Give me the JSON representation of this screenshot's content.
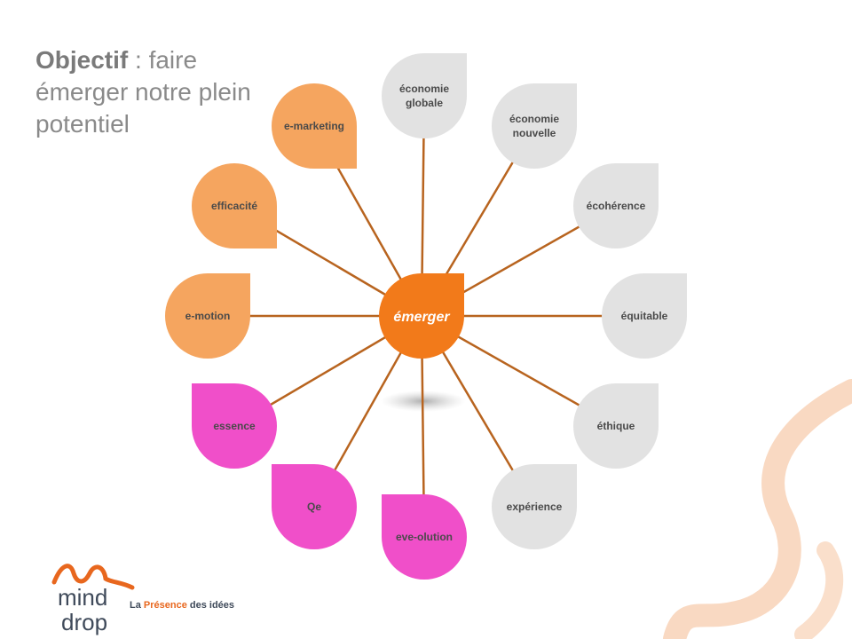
{
  "title": {
    "bold": "Objectif",
    "rest": " : faire émerger notre plein potentiel"
  },
  "colors": {
    "orange_dark": "#f27a1a",
    "orange_light": "#f5a55f",
    "grey": "#e2e2e2",
    "pink": "#f04fc9",
    "connector": "#b8641f",
    "text_dark": "#4a4a4a",
    "text_light": "#ffffff"
  },
  "center": {
    "label": "émerger"
  },
  "nodes": [
    {
      "id": "economie-globale",
      "lines": [
        "économie",
        "globale"
      ],
      "color": "grey"
    },
    {
      "id": "economie-nouvelle",
      "lines": [
        "économie",
        "nouvelle"
      ],
      "color": "grey"
    },
    {
      "id": "ecoherence",
      "lines": [
        "écohérence"
      ],
      "color": "grey"
    },
    {
      "id": "equitable",
      "lines": [
        "équitable"
      ],
      "color": "grey"
    },
    {
      "id": "ethique",
      "lines": [
        "éthique"
      ],
      "color": "grey"
    },
    {
      "id": "experience",
      "lines": [
        "expérience"
      ],
      "color": "grey"
    },
    {
      "id": "eve-olution",
      "lines": [
        "eve-olution"
      ],
      "color": "pink"
    },
    {
      "id": "qe",
      "lines": [
        "Qe"
      ],
      "color": "pink"
    },
    {
      "id": "essence",
      "lines": [
        "essence"
      ],
      "color": "pink"
    },
    {
      "id": "e-motion",
      "lines": [
        "e-motion"
      ],
      "color": "orange"
    },
    {
      "id": "efficacite",
      "lines": [
        "efficacité"
      ],
      "color": "orange"
    },
    {
      "id": "e-marketing",
      "lines": [
        "e-marketing"
      ],
      "color": "orange"
    }
  ],
  "logo": {
    "mark_top": "mind",
    "mark_bottom": "drop",
    "tagline_prefix": "La ",
    "tagline_accent": "Présence",
    "tagline_suffix": " des idées"
  }
}
